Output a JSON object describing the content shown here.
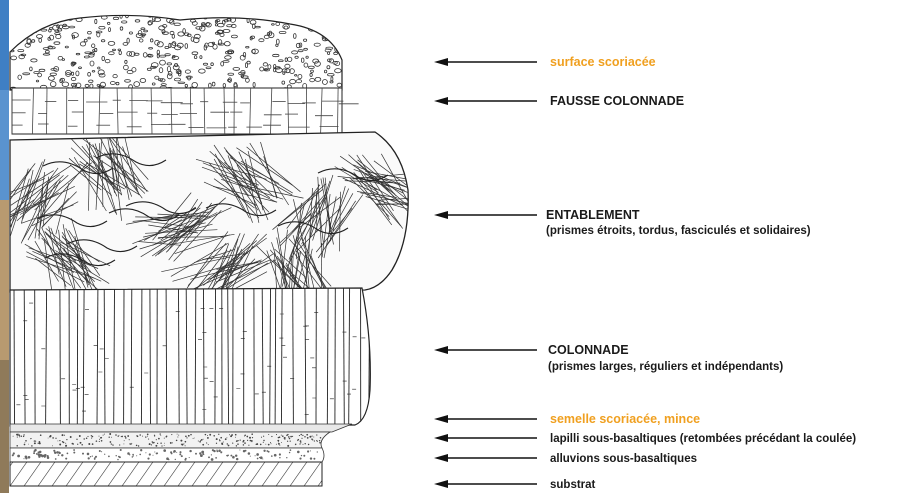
{
  "colors": {
    "accent_orange": "#f0a020",
    "ink": "#1a1a1a",
    "left_photo_blue": "#4a88c8"
  },
  "labels": {
    "surface_scoriacee": "surface scoriacée",
    "fausse_colonnade": "FAUSSE COLONNADE",
    "entablement": "ENTABLEMENT",
    "entablement_desc": "(prismes étroits, tordus, fasciculés et solidaires)",
    "colonnade": "COLONNADE",
    "colonnade_desc": "(prismes larges, réguliers et indépendants)",
    "semelle": "semelle scoriacée, mince",
    "lapilli": "lapilli sous-basaltiques (retombées précédant la coulée)",
    "alluvions": "alluvions sous-basaltiques",
    "substrat": "substrat"
  }
}
